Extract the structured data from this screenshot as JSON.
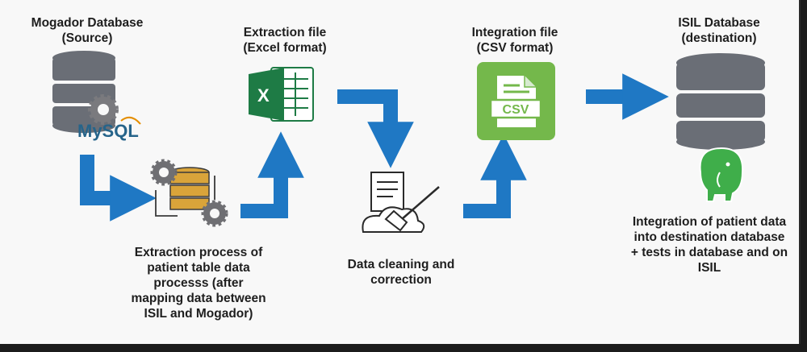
{
  "colors": {
    "arrow": "#1f78c4",
    "db": "#6a6e76",
    "gear": "#6f6f73",
    "gold_db": "#d9a43a",
    "excel": "#1e7b45",
    "csv": "#74b84b",
    "postgres": "#3fae4a",
    "mysql_blue": "#26648a",
    "mysql_orange": "#e48e00"
  },
  "icons": [
    "database-icon",
    "mysql-logo",
    "gear-icon",
    "excel-icon",
    "csv-file-icon",
    "cleaning-icon",
    "postgresql-elephant-icon",
    "arrow-icon"
  ],
  "source": {
    "title_line1": "Mogador Database",
    "title_line2": "(Source)",
    "logo_text": "MySQL"
  },
  "extraction_process": {
    "line1": "Extraction process of",
    "line2": "patient table data",
    "line3": "processs (after",
    "line4": "mapping data between",
    "line5": "ISIL and Mogador)"
  },
  "extraction_file": {
    "title_line1": "Extraction file",
    "title_line2": "(Excel format)",
    "icon_letter": "X"
  },
  "cleaning": {
    "line1": "Data cleaning and",
    "line2": "correction"
  },
  "integration_file": {
    "title_line1": "Integration file",
    "title_line2": "(CSV format)",
    "icon_text": "CSV"
  },
  "destination": {
    "title_line1": "ISIL Database",
    "title_line2": "(destination)",
    "caption_line1": "Integration of patient data",
    "caption_line2": "into destination database",
    "caption_line3": "+ tests in database and on",
    "caption_line4": "ISIL"
  }
}
